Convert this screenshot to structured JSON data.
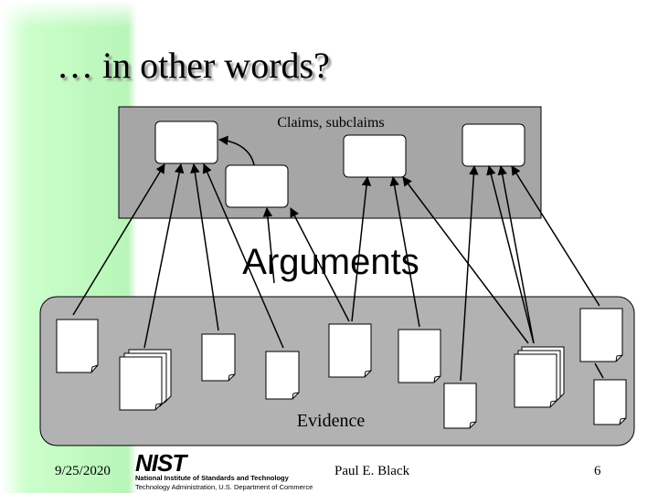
{
  "slide": {
    "title": "… in other words?",
    "date": "9/25/2020",
    "author": "Paul E. Black",
    "page_number": "6"
  },
  "diagram": {
    "claims_label": "Claims, subclaims",
    "arguments_label": "Arguments",
    "evidence_label": "Evidence"
  },
  "logo": {
    "mark": "NIST",
    "line1": "National Institute of Standards and Technology",
    "line2": "Technology Administration, U.S. Department of Commerce"
  },
  "colors": {
    "claims_panel": "#a6a6a6",
    "evidence_panel": "#b2b2b2",
    "green_band": "#ccffcc"
  }
}
